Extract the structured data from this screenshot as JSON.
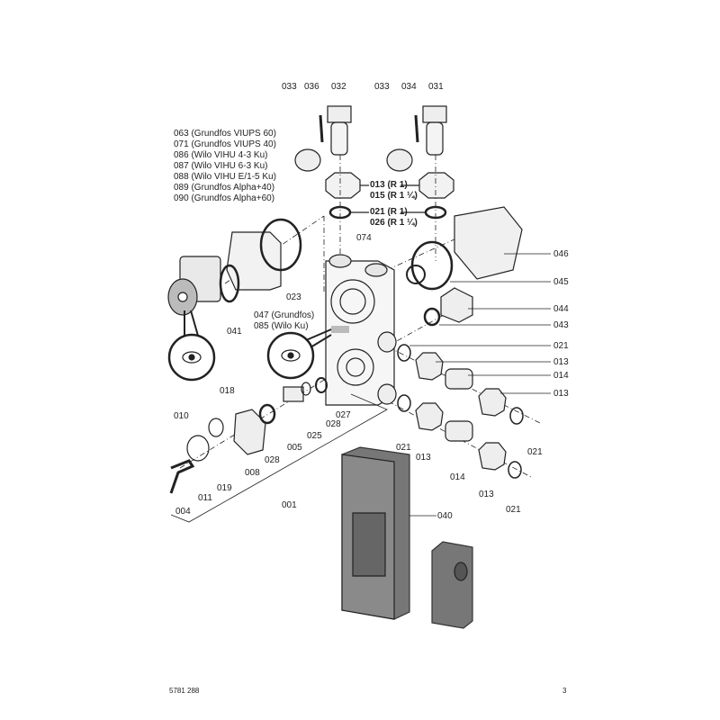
{
  "diagram": {
    "labels": [
      "033",
      "036",
      "032",
      "033",
      "034",
      "031",
      "063 (Grundfos VIUPS 60)",
      "071 (Grundfos VIUPS 40)",
      "086 (Wilo VIHU 4-3 Ku)",
      "087 (Wilo VIHU 6-3 Ku)",
      "088 (Wilo VIHU E/1-5 Ku)",
      "089 (Grundfos Alpha+40)",
      "090 (Grundfos Alpha+60)",
      "013 (R 1)",
      "015 (R 1 ¼)",
      "021 (R 1)",
      "026 (R 1 ¼)",
      "074",
      "046",
      "045",
      "044",
      "043",
      "021",
      "013",
      "014",
      "013",
      "023",
      "041",
      "047 (Grundfos)",
      "085 (Wilo Ku)",
      "018",
      "010",
      "027",
      "028",
      "025",
      "005",
      "028",
      "008",
      "019",
      "011",
      "004",
      "001",
      "021",
      "013",
      "014",
      "013",
      "021",
      "021",
      "040"
    ]
  },
  "footer": {
    "doc_number": "5781 288",
    "page_number": "3"
  }
}
